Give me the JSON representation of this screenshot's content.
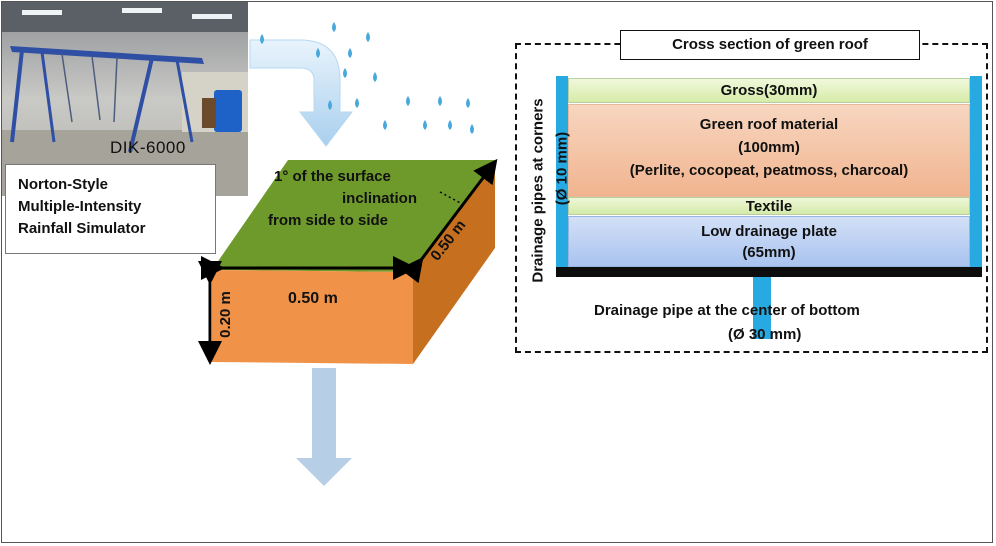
{
  "photo": {
    "caption": "DIK-6000",
    "simulator_lines": [
      "Norton-Style",
      "Multiple-Intensity",
      "Rainfall Simulator"
    ]
  },
  "box": {
    "slope_line1": "1° of the surface",
    "slope_line2": "inclination",
    "slope_line3": "from side to side",
    "front_width": "0.50 m",
    "depth": "0.50 m",
    "height": "0.20 m"
  },
  "cross_section": {
    "title": "Cross section of green roof",
    "layers": {
      "grass": "Gross(30mm)",
      "green_line1": "Green roof material",
      "green_line2": "(100mm)",
      "green_line3": "(Perlite, cocopeat, peatmoss, charcoal)",
      "textile": "Textile",
      "drain_line1": "Low drainage plate",
      "drain_line2": "(65mm)"
    },
    "side_label_line1": "Drainage pipes at corners",
    "side_label_line2": "(Ø 10 mm)",
    "bottom_line1": "Drainage pipe at the center of bottom",
    "bottom_line2": "(Ø 30 mm)"
  },
  "colors": {
    "grass_top": "#6f9a2b",
    "box_front": "#f09248",
    "box_side": "#c6701f",
    "rain": "#47a8dc",
    "arrow": "#a9cfee",
    "pipe": "#27a9e1"
  }
}
